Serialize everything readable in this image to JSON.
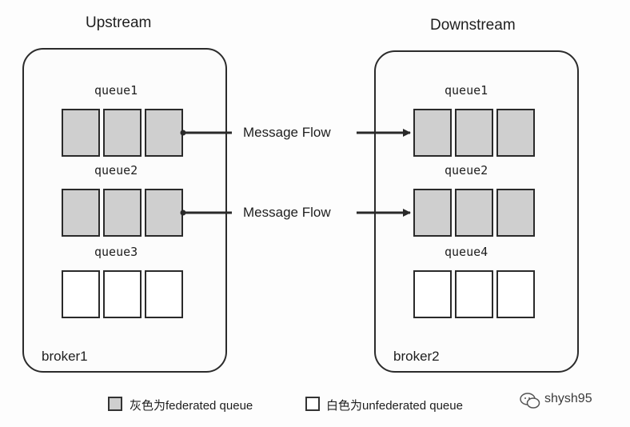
{
  "headings": {
    "upstream": "Upstream",
    "downstream": "Downstream"
  },
  "brokers": [
    {
      "name": "broker1",
      "queues": [
        {
          "label": "queue1",
          "federated": true
        },
        {
          "label": "queue2",
          "federated": true
        },
        {
          "label": "queue3",
          "federated": false
        }
      ]
    },
    {
      "name": "broker2",
      "queues": [
        {
          "label": "queue1",
          "federated": true
        },
        {
          "label": "queue2",
          "federated": true
        },
        {
          "label": "queue4",
          "federated": false
        }
      ]
    }
  ],
  "flows": [
    "Message Flow",
    "Message Flow"
  ],
  "legend": {
    "federated": "灰色为federated queue",
    "unfederated": "白色为unfederated queue"
  },
  "watermark": "shysh95",
  "colors": {
    "federated_fill": "#cfcfcf",
    "unfederated_fill": "#ffffff",
    "border": "#2a2a2a"
  }
}
